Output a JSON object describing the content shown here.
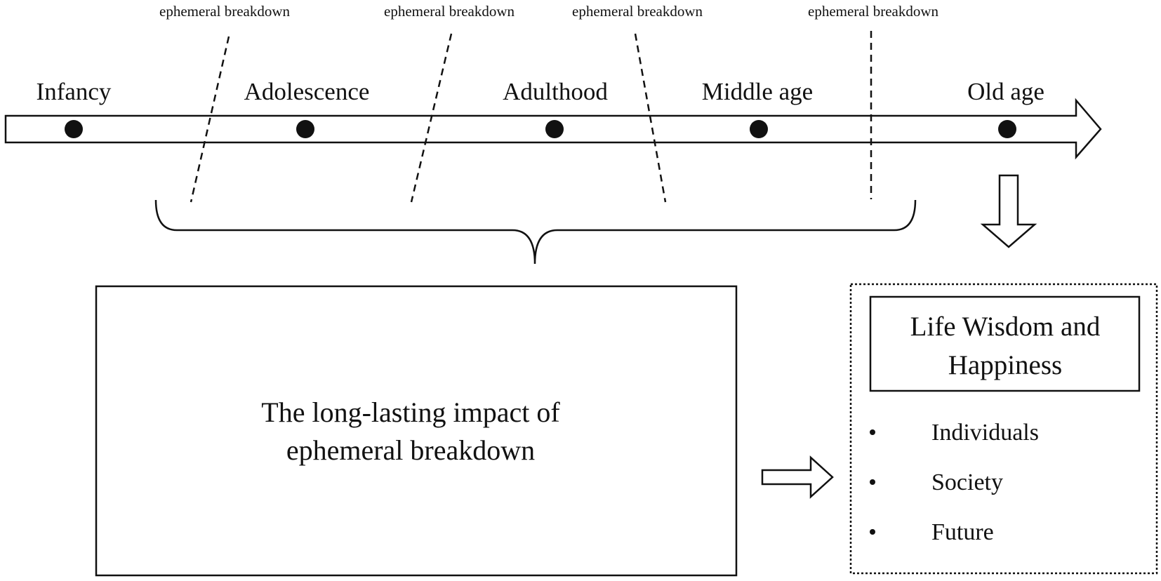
{
  "timeline": {
    "stages": [
      {
        "label": "Infancy"
      },
      {
        "label": "Adolescence"
      },
      {
        "label": "Adulthood"
      },
      {
        "label": "Middle age"
      },
      {
        "label": "Old age"
      }
    ],
    "breakdowns": [
      {
        "label": "ephemeral breakdown"
      },
      {
        "label": "ephemeral breakdown"
      },
      {
        "label": "ephemeral breakdown"
      },
      {
        "label": "ephemeral breakdown"
      }
    ]
  },
  "impact_box": {
    "line1": "The long-lasting impact of",
    "line2": "ephemeral breakdown"
  },
  "wisdom_panel": {
    "title_line1": "Life Wisdom and",
    "title_line2": "Happiness",
    "items": [
      {
        "label": "Individuals"
      },
      {
        "label": "Society"
      },
      {
        "label": "Future"
      }
    ]
  },
  "colors": {
    "stroke": "#111111",
    "background": "#ffffff"
  }
}
